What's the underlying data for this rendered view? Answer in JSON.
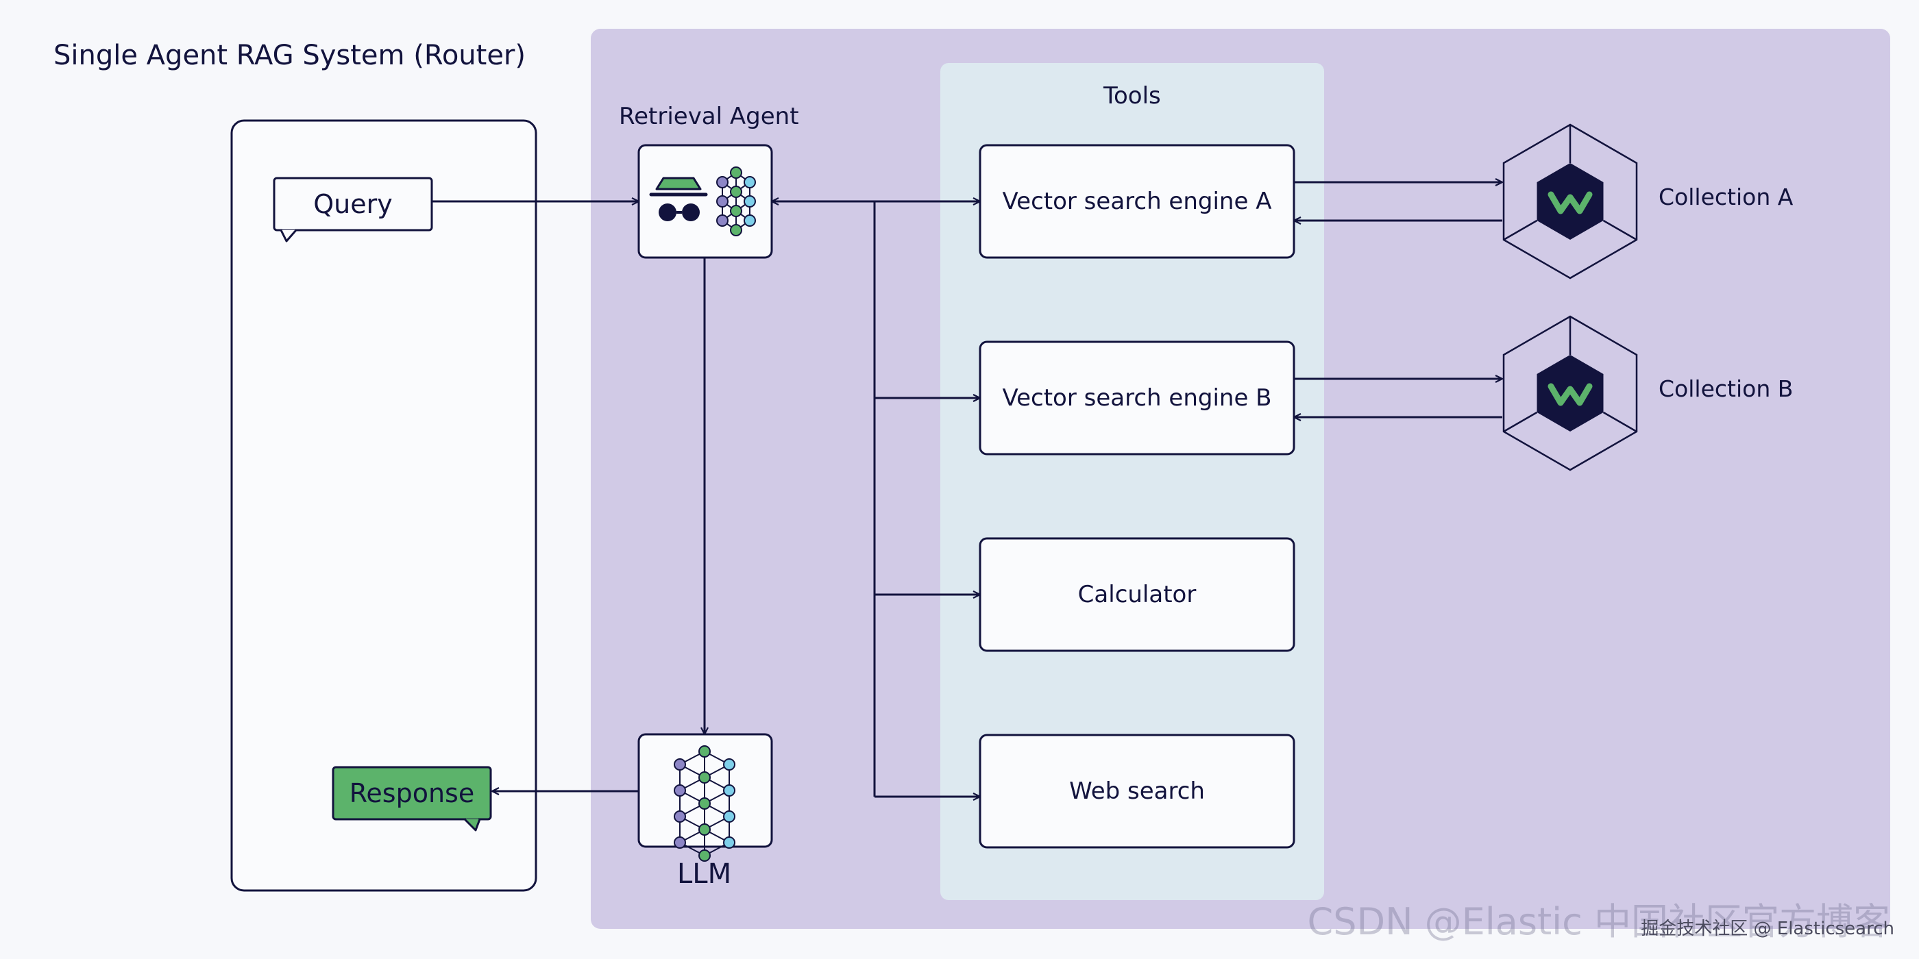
{
  "title": "Single Agent RAG System (Router)",
  "agent": {
    "label": "Retrieval Agent"
  },
  "tools": {
    "label": "Tools",
    "items": [
      "Vector search engine A",
      "Vector search engine B",
      "Calculator",
      "Web search"
    ]
  },
  "collections": [
    "Collection A",
    "Collection B"
  ],
  "query": {
    "label": "Query"
  },
  "response": {
    "label": "Response"
  },
  "llm": {
    "label": "LLM"
  },
  "watermark": {
    "main": "CSDN @Elastic 中国社区官方博客",
    "small": "掘金技术社区 @ Elasticsearch"
  },
  "colors": {
    "ink": "#12133d",
    "panel": "#d1cae6",
    "tools_bg": "#dde9f0",
    "card": "#fafbfd",
    "green": "#5cb36b",
    "purple_node": "#8d86c6",
    "blue_node": "#7fd0ea"
  }
}
